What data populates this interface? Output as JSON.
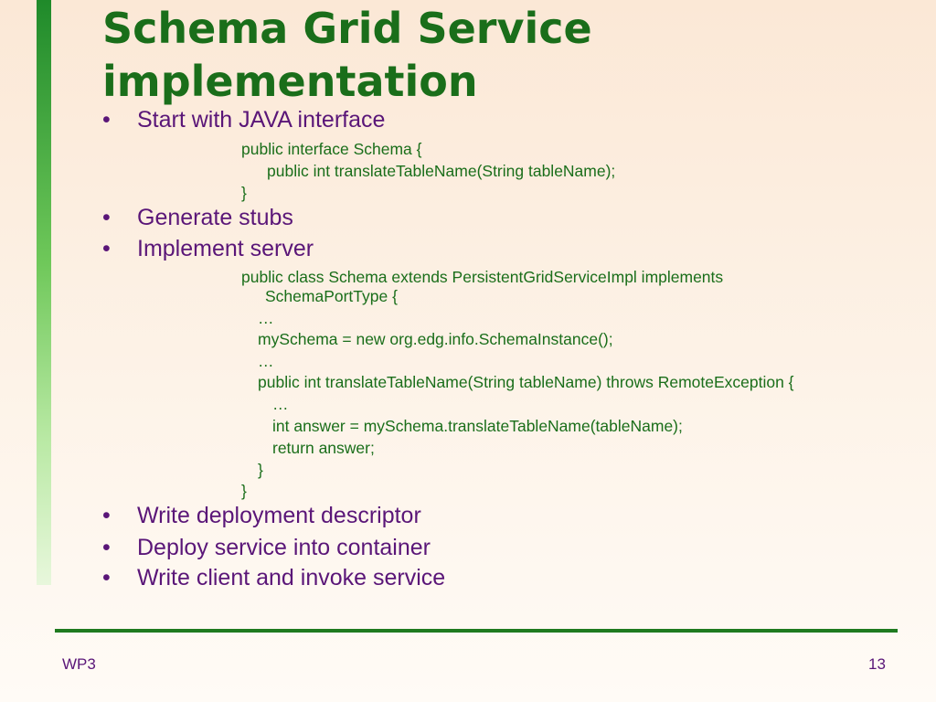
{
  "slide": {
    "title_line1": "Schema Grid Service",
    "title_line2": "implementation",
    "bullet_marker": "•",
    "bullets": [
      "Start with JAVA interface",
      "Generate stubs",
      "Implement server",
      "Write deployment descriptor",
      "Deploy service into container",
      "Write client and invoke service"
    ],
    "code_interface": [
      "public interface Schema {",
      "public int     translateTableName(String tableName);",
      "}"
    ],
    "code_server": [
      "public class Schema extends PersistentGridServiceImpl implements",
      "SchemaPortType {",
      "…",
      "mySchema = new org.edg.info.SchemaInstance();",
      "…",
      "public int translateTableName(String tableName) throws RemoteException {",
      "…",
      "int answer = mySchema.translateTableName(tableName);",
      "return answer;",
      "}",
      "}"
    ],
    "footer_left": "WP3",
    "page_number": "13"
  }
}
